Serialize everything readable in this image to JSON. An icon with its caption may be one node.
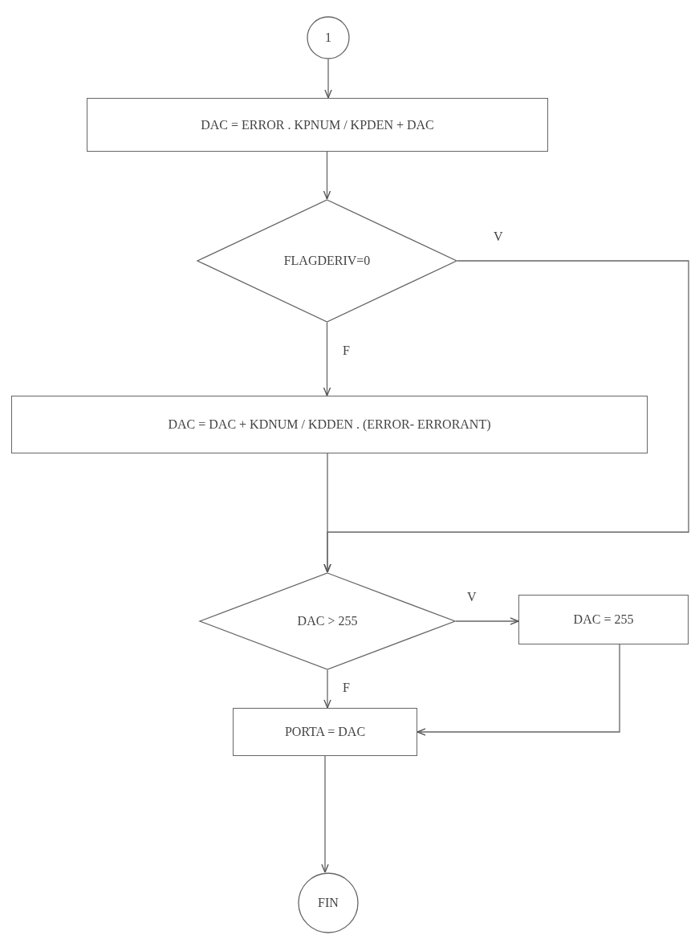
{
  "diagram": {
    "nodes": [
      {
        "text": [
          "1"
        ]
      },
      {
        "text": [
          "DAC = ERROR . KPNUM / KPDEN + DAC"
        ]
      },
      {
        "text": [
          "FLAGDERIV=0"
        ]
      },
      {
        "text": [
          "DAC = DAC + KDNUM / KDDEN . (ERROR- ERRORANT)"
        ]
      },
      {
        "text": [
          "DAC > 255"
        ]
      },
      {
        "text": [
          "DAC = 255"
        ]
      },
      {
        "text": [
          "PORTA = DAC"
        ]
      },
      {
        "text": [
          "FIN"
        ]
      }
    ],
    "edges": [
      {
        "from": 0,
        "to": 1,
        "arrow": "to"
      },
      {
        "from": 1,
        "to": 2,
        "arrow": "to"
      },
      {
        "from": 2,
        "to": 3,
        "arrow": "to",
        "label": "F"
      },
      {
        "from": 2,
        "to": 4,
        "arrow": "to",
        "label": "V"
      },
      {
        "from": 3,
        "to": 4,
        "arrow": "to"
      },
      {
        "from": 4,
        "to": 5,
        "arrow": "to",
        "label": "V"
      },
      {
        "from": 4,
        "to": 6,
        "arrow": "to",
        "label": "F"
      },
      {
        "from": 5,
        "to": 6,
        "arrow": "to"
      },
      {
        "from": 6,
        "to": 7,
        "arrow": "to"
      }
    ]
  }
}
